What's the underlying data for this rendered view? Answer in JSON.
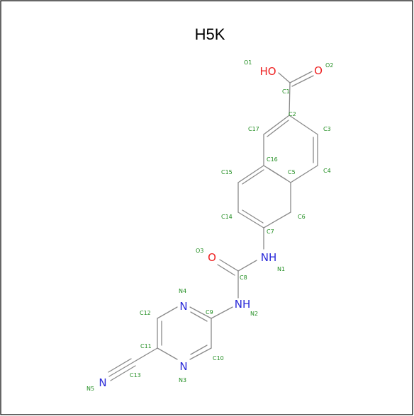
{
  "title": "H5K",
  "colors": {
    "bond": "#8a8a8a",
    "oxygen": "#ee2020",
    "nitrogen": "#2a2ad8",
    "label": "#1e8c1e",
    "frame": "#000000"
  },
  "atom_labels": {
    "HO": "HO",
    "O2": "O",
    "N1": "NH",
    "O3": "O",
    "N2": "NH",
    "N4": "N",
    "N3": "N",
    "N5": "N"
  },
  "atom_names": {
    "O1": "O1",
    "O2": "O2",
    "C1": "C1",
    "C2": "C2",
    "C3": "C3",
    "C17": "C17",
    "C16": "C16",
    "C5": "C5",
    "C4": "C4",
    "C15": "C15",
    "C14": "C14",
    "C6": "C6",
    "C7": "C7",
    "O3": "O3",
    "N1": "N1",
    "C8": "C8",
    "N4": "N4",
    "C12": "C12",
    "C9": "C9",
    "N2": "N2",
    "C11": "C11",
    "C10": "C10",
    "C13": "C13",
    "N3": "N3",
    "N5": "N5"
  }
}
